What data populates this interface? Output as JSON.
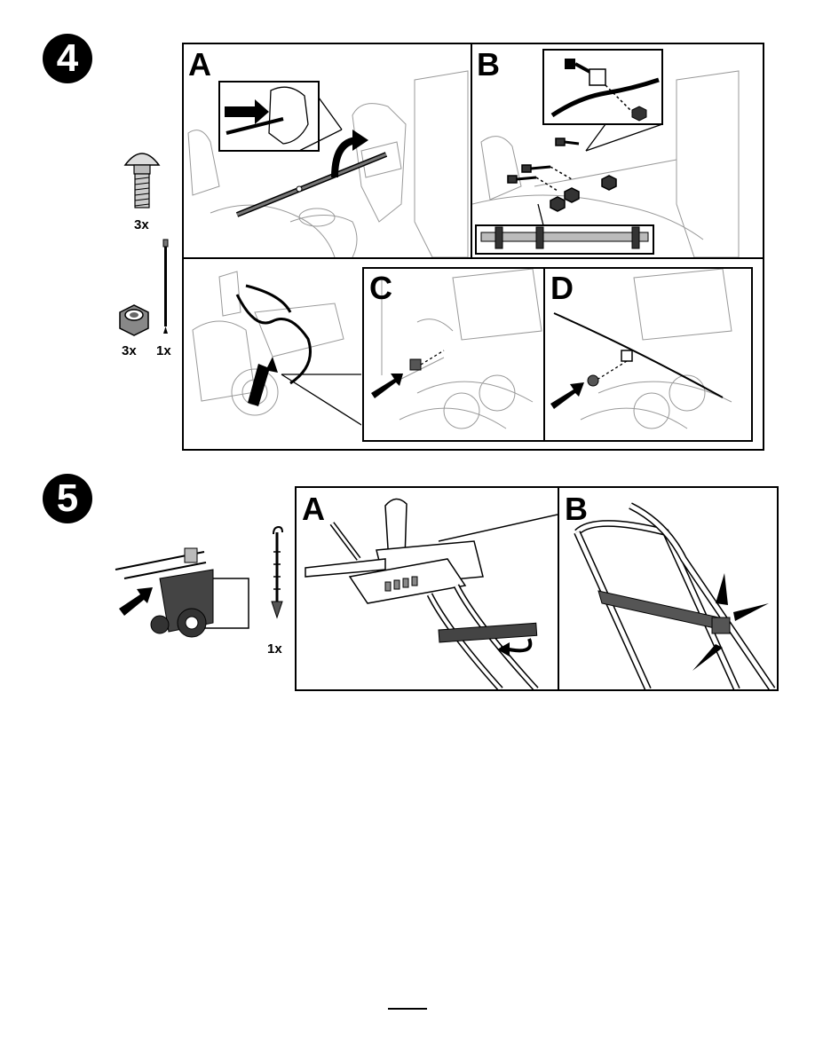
{
  "step4": {
    "number": "4",
    "hardware": {
      "carriage_bolt_qty": "3x",
      "lock_nut_qty": "3x",
      "cable_tie_qty": "1x"
    },
    "panels": {
      "a": "A",
      "b": "B",
      "c": "C",
      "d": "D"
    }
  },
  "step5": {
    "number": "5",
    "hardware": {
      "cable_guide_qty": "1x"
    },
    "panels": {
      "a": "A",
      "b": "B"
    }
  },
  "colors": {
    "ink": "#000000",
    "part_gray": "#666666",
    "sketch_gray": "#999999"
  }
}
